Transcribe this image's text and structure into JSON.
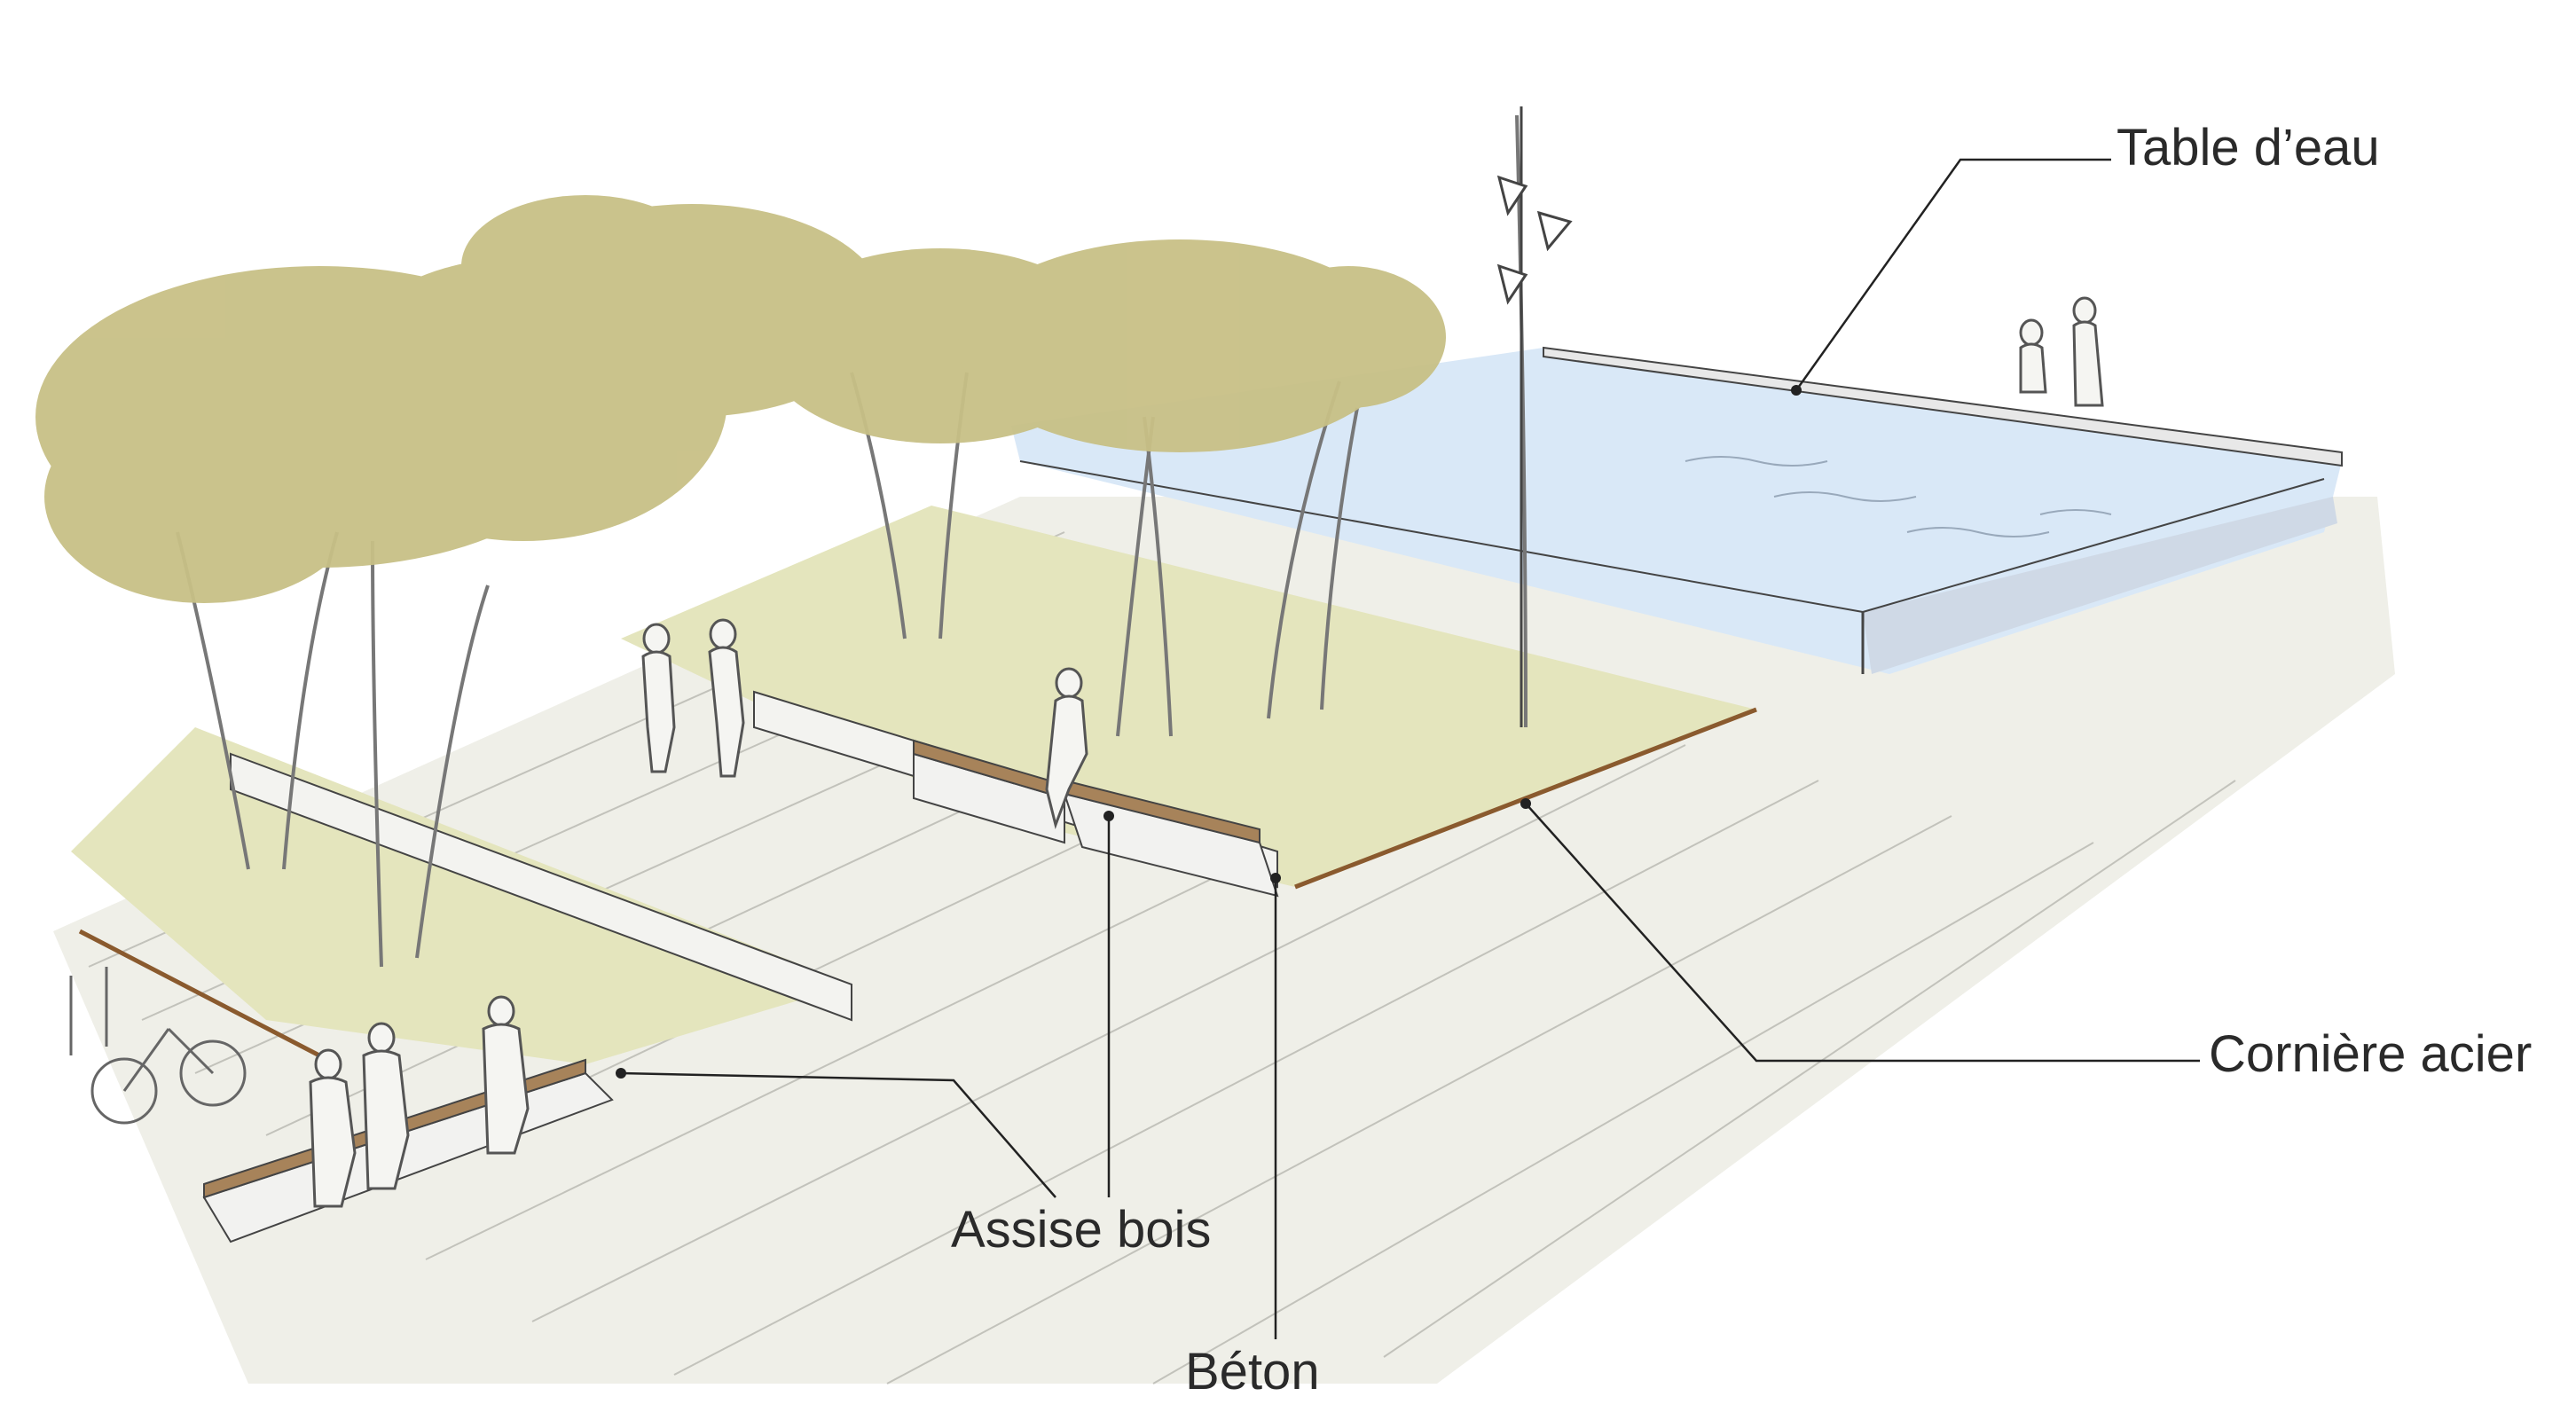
{
  "labels": {
    "water_table": "Table d’eau",
    "steel_angle": "Cornière acier",
    "wood_seat": "Assise bois",
    "concrete": "Béton"
  },
  "colors": {
    "water": "#dbe8f6",
    "canopy": "#c8c086",
    "grass": "#e3e4b8",
    "paving": "#ecece4",
    "wood": "#a7835a",
    "steel": "#8a5a2e",
    "line": "#333333"
  }
}
